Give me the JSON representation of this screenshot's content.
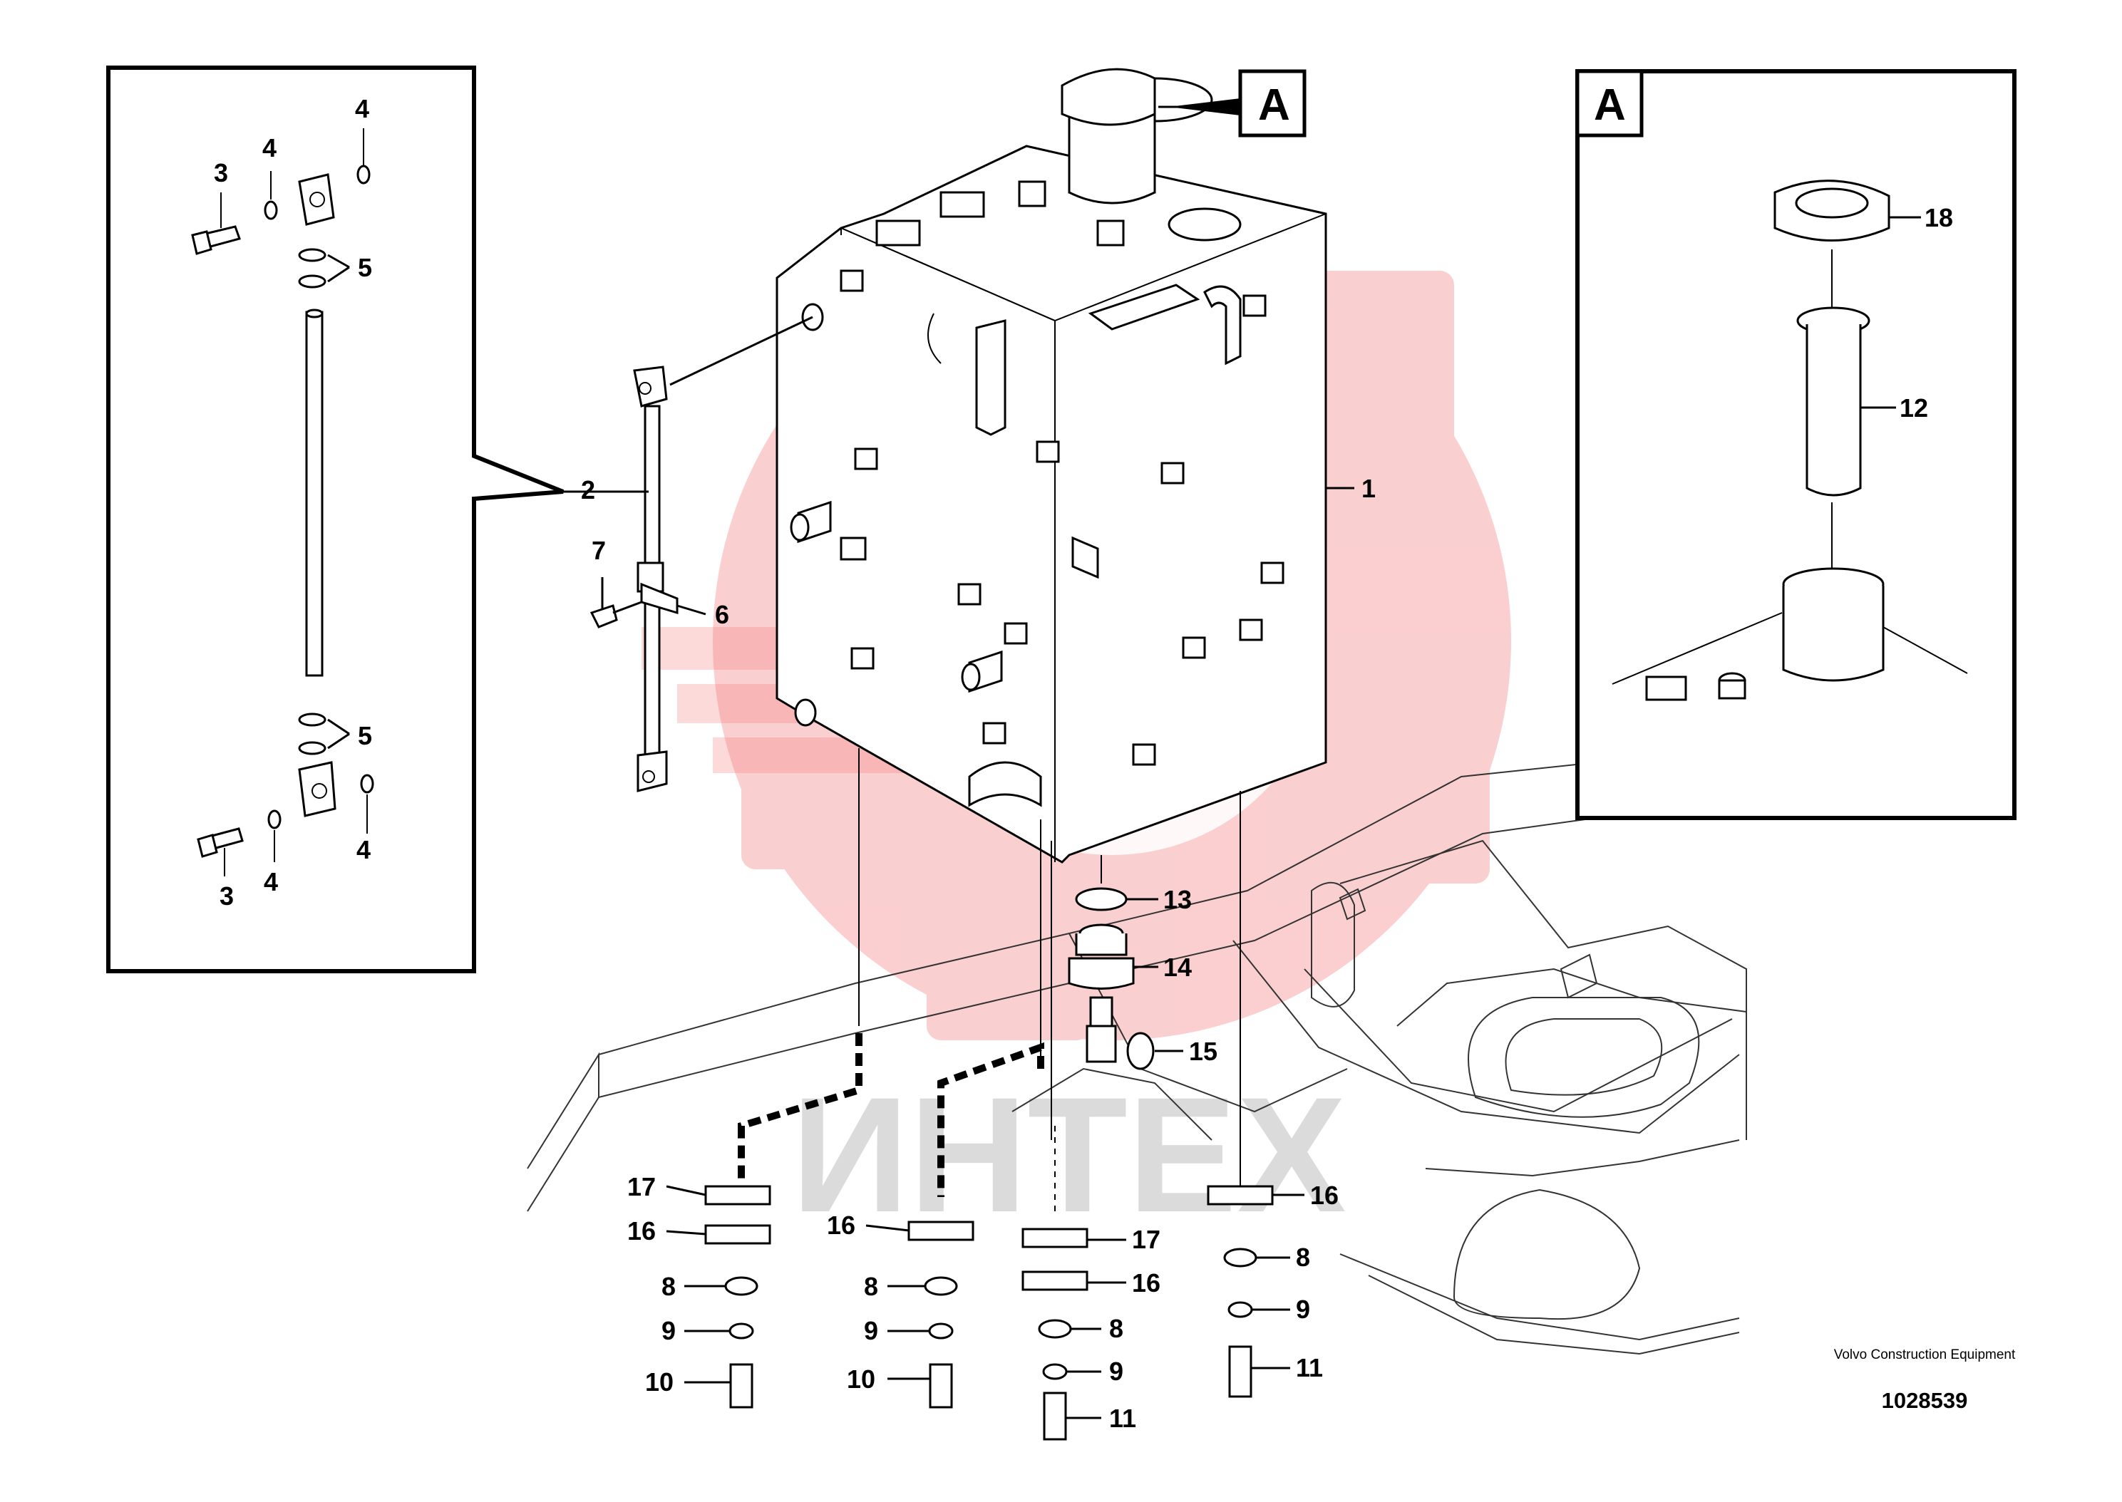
{
  "diagram": {
    "detail_box_label": "A",
    "callout_label": "A",
    "watermark_text": "ИНТЕХ",
    "credit": {
      "company": "Volvo Construction Equipment",
      "part_number": "1028539"
    },
    "labels": {
      "p1": "1",
      "p2": "2",
      "p3a": "3",
      "p3b": "3",
      "p4a": "4",
      "p4b": "4",
      "p4c": "4",
      "p4d": "4",
      "p5a": "5",
      "p5b": "5",
      "p6": "6",
      "p7": "7",
      "p8a": "8",
      "p8b": "8",
      "p8c": "8",
      "p8d": "8",
      "p9a": "9",
      "p9b": "9",
      "p9c": "9",
      "p9d": "9",
      "p10a": "10",
      "p10b": "10",
      "p11a": "11",
      "p11b": "11",
      "p12": "12",
      "p13": "13",
      "p14": "14",
      "p15": "15",
      "p16a": "16",
      "p16b": "16",
      "p16c": "16",
      "p16d": "16",
      "p17a": "17",
      "p17b": "17",
      "p18": "18"
    },
    "colors": {
      "watermark": "#f26b6b",
      "line": "#000000",
      "background": "#ffffff"
    }
  }
}
